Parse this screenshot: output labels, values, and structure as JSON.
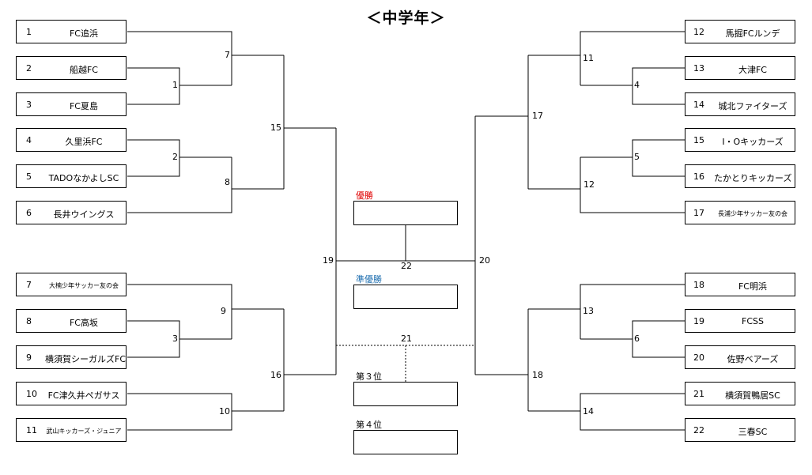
{
  "title": "＜中学年＞",
  "teams_left": [
    {
      "num": "1",
      "name": "FC追浜"
    },
    {
      "num": "2",
      "name": "船越FC"
    },
    {
      "num": "3",
      "name": "FC夏島"
    },
    {
      "num": "4",
      "name": "久里浜FC"
    },
    {
      "num": "5",
      "name": "TADOなかよしSC"
    },
    {
      "num": "6",
      "name": "長井ウイングス"
    },
    {
      "num": "7",
      "name": "大楠少年サッカー友の会"
    },
    {
      "num": "8",
      "name": "FC高坂"
    },
    {
      "num": "9",
      "name": "横須賀シーガルズFC"
    },
    {
      "num": "10",
      "name": "FC津久井ペガサス"
    },
    {
      "num": "11",
      "name": "武山キッカーズ・ジュニア"
    }
  ],
  "teams_right": [
    {
      "num": "12",
      "name": "馬掘FCルンデ"
    },
    {
      "num": "13",
      "name": "大津FC"
    },
    {
      "num": "14",
      "name": "城北ファイターズ"
    },
    {
      "num": "15",
      "name": "I・Oキッカーズ"
    },
    {
      "num": "16",
      "name": "たかとりキッカーズ"
    },
    {
      "num": "17",
      "name": "長浦少年サッカー友の会"
    },
    {
      "num": "18",
      "name": "FC明浜"
    },
    {
      "num": "19",
      "name": "FCSS"
    },
    {
      "num": "20",
      "name": "佐野ベアーズ"
    },
    {
      "num": "21",
      "name": "横須賀鴨居SC"
    },
    {
      "num": "22",
      "name": "三春SC"
    }
  ],
  "match_labels": [
    "1",
    "2",
    "3",
    "4",
    "5",
    "6",
    "7",
    "8",
    "9",
    "10",
    "11",
    "12",
    "13",
    "14",
    "15",
    "16",
    "17",
    "18",
    "19",
    "20",
    "21",
    "22"
  ],
  "places": {
    "winner": "優勝",
    "runner_up": "準優勝",
    "third": "第３位",
    "fourth": "第４位"
  },
  "colors": {
    "winner": "#e00000",
    "runner_up": "#1f6fb0",
    "line": "#000000"
  }
}
